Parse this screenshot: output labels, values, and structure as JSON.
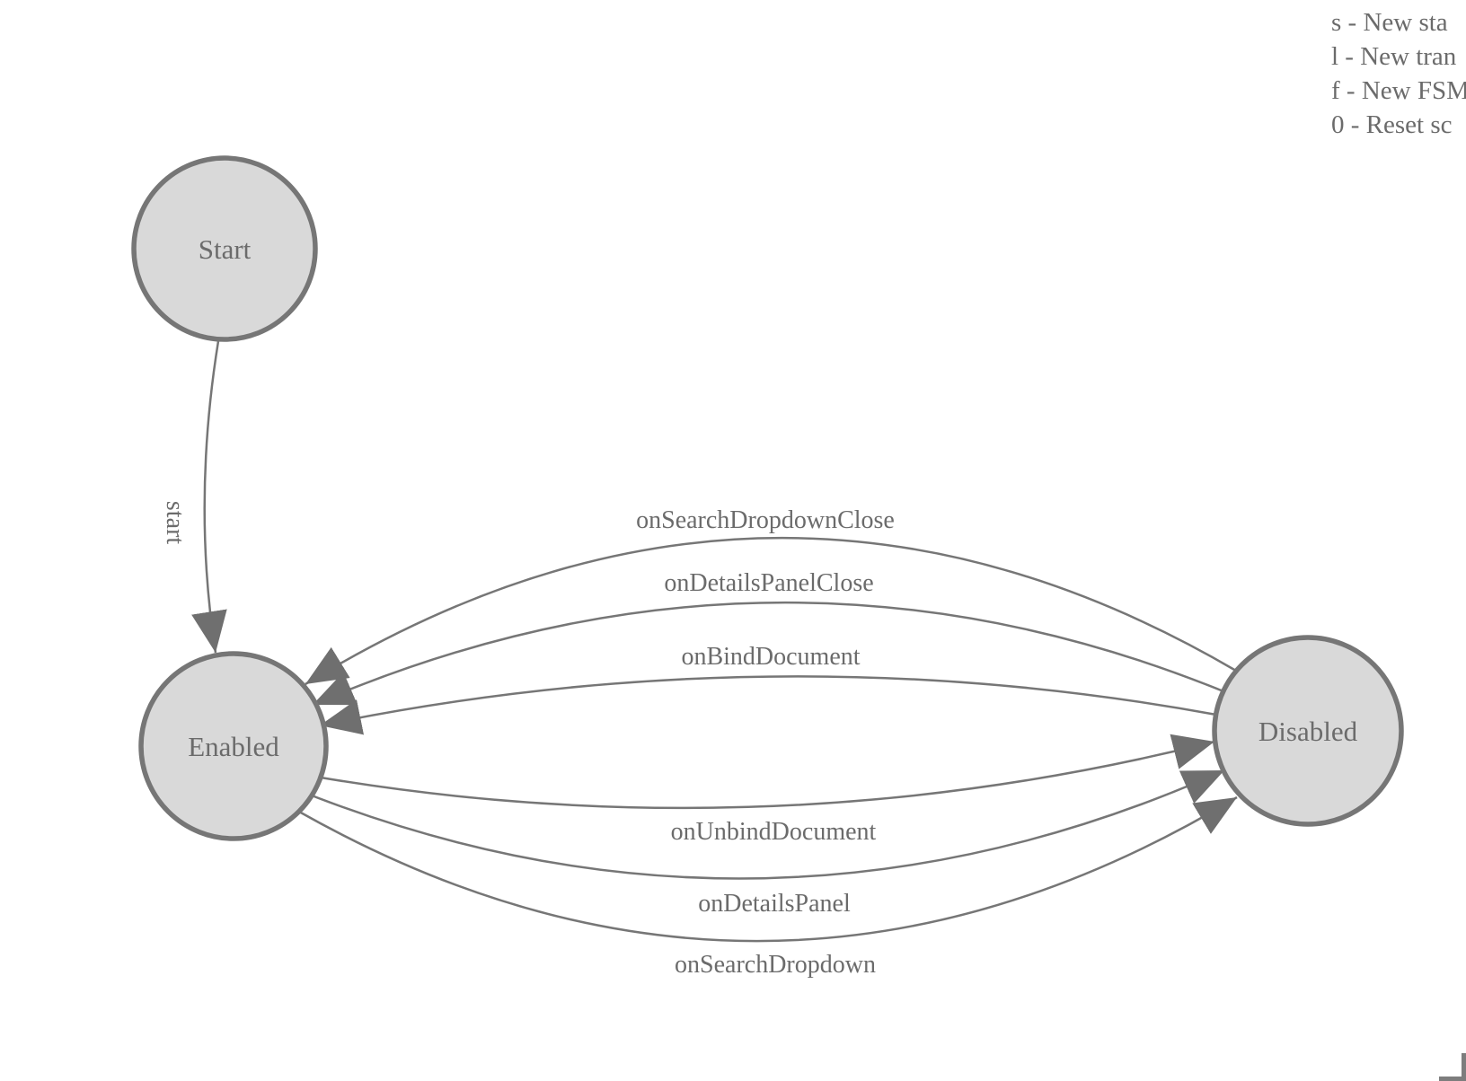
{
  "states": [
    {
      "id": "start",
      "label": "Start"
    },
    {
      "id": "enabled",
      "label": "Enabled"
    },
    {
      "id": "disabled",
      "label": "Disabled"
    }
  ],
  "transitions": {
    "start_label": "start",
    "disabled_to_enabled": [
      "onSearchDropdownClose",
      "onDetailsPanelClose",
      "onBindDocument"
    ],
    "enabled_to_disabled": [
      "onUnbindDocument",
      "onDetailsPanel",
      "onSearchDropdown"
    ]
  },
  "legend": {
    "items": [
      "s - New sta",
      "l - New tran",
      "f - New FSM",
      "0 - Reset sc"
    ]
  },
  "colors": {
    "node_fill": "#d9d9d9",
    "node_stroke": "#767676",
    "edge_stroke": "#767676",
    "arrow_fill": "#6f6f6f",
    "text": "#6b6b6b",
    "resize_handle": "#7d7d7d",
    "background": "#ffffff"
  }
}
